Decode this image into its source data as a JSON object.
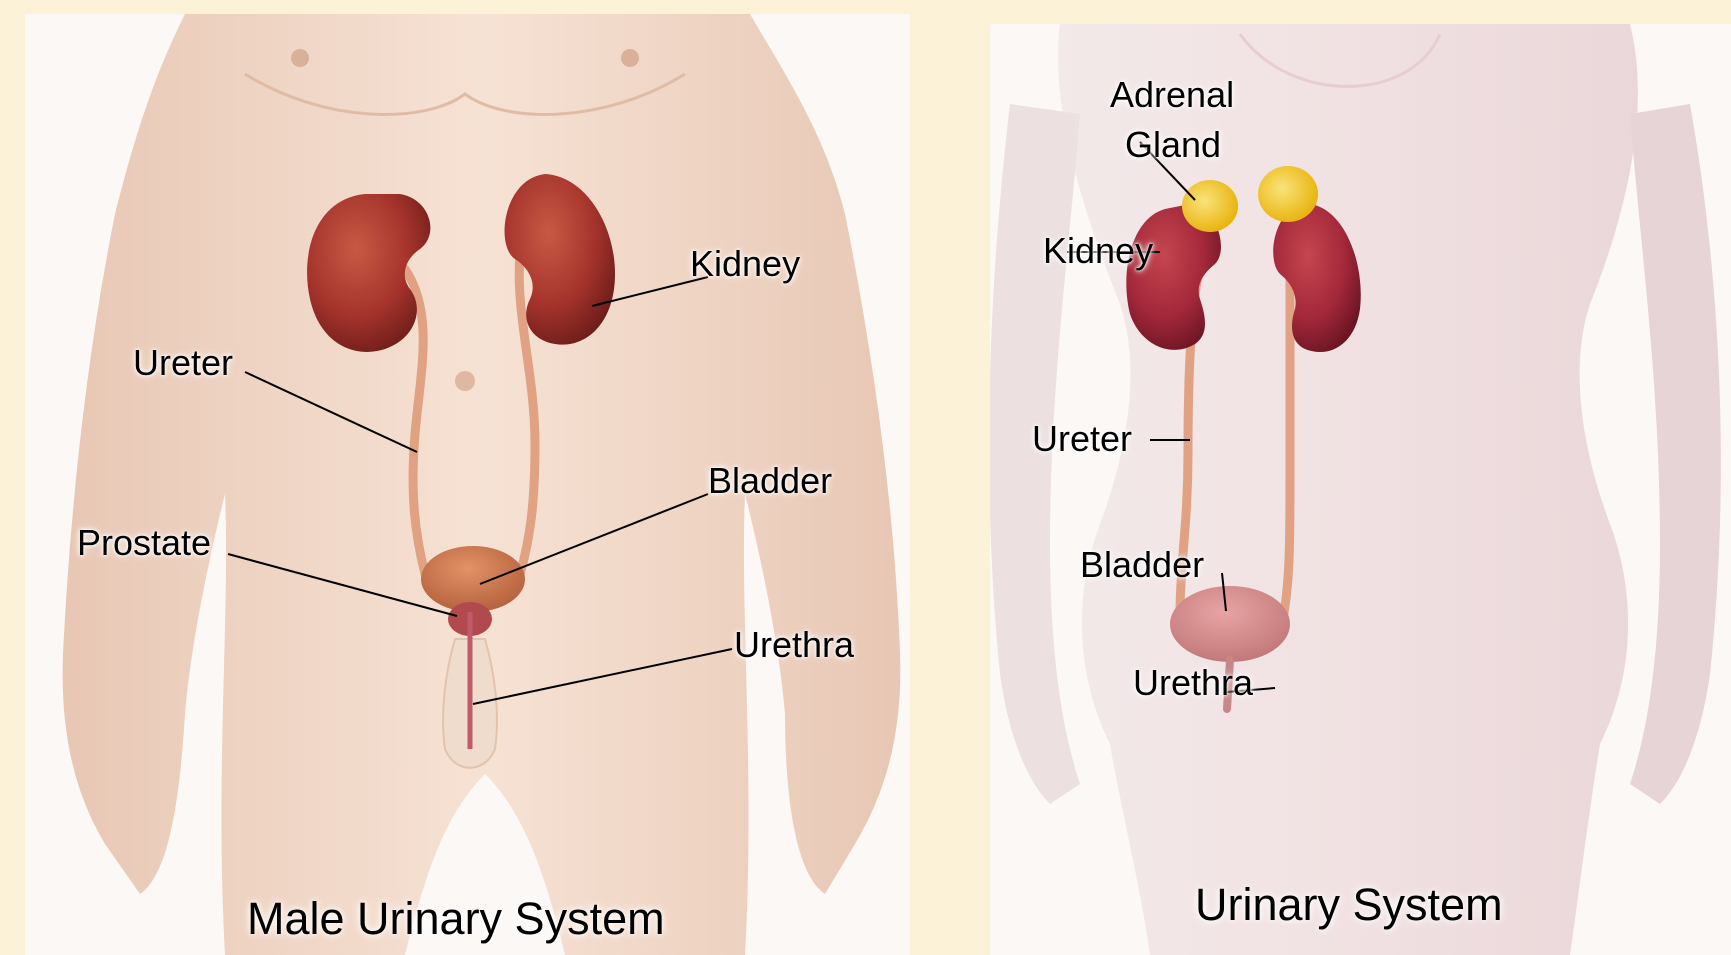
{
  "male": {
    "caption": "Male Urinary System",
    "labels": {
      "kidney": "Kidney",
      "ureter": "Ureter",
      "bladder": "Bladder",
      "prostate": "Prostate",
      "urethra": "Urethra"
    }
  },
  "female": {
    "caption": "Urinary System",
    "labels": {
      "adrenal_line1": "Adrenal",
      "adrenal_line2": "Gland",
      "kidney": "Kidney",
      "ureter": "Ureter",
      "bladder": "Bladder",
      "urethra": "Urethra"
    }
  },
  "colors": {
    "page_background": "#fcf2d8",
    "skin_male": "#f3d9c8",
    "skin_female": "#f2e4e4",
    "kidney": "#a5332c",
    "ureter": "#e0a283",
    "bladder": "#c06c46",
    "adrenal": "#f3c21d"
  }
}
